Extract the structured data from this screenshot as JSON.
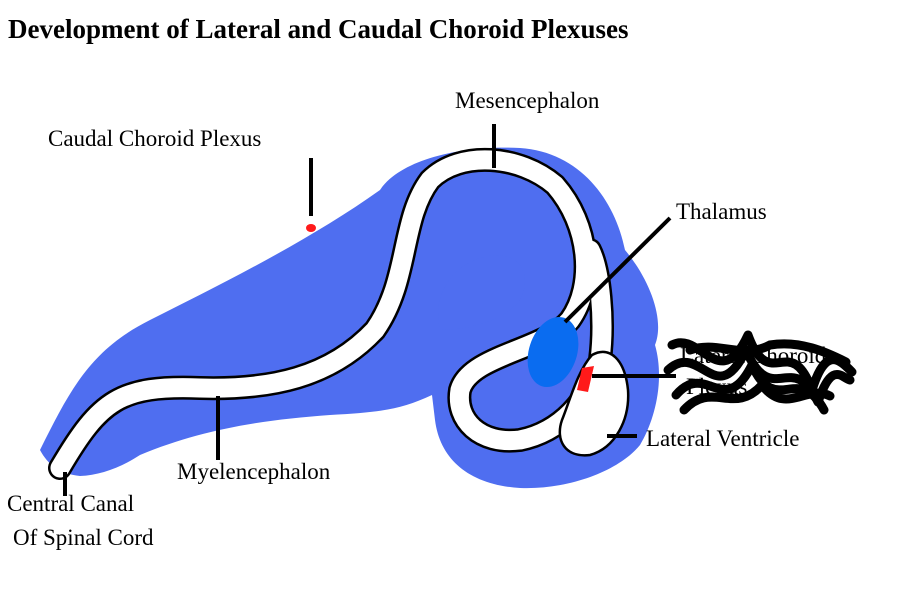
{
  "title": "Development of Lateral and Caudal Choroid Plexuses",
  "labels": {
    "mesencephalon": "Mesencephalon",
    "caudal_choroid_plexus": "Caudal Choroid Plexus",
    "thalamus": "Thalamus",
    "lateral_choroid_plexus_line1": "Lateral Choroid",
    "lateral_choroid_plexus_line2": "Plexus",
    "lateral_ventricle": "Lateral Ventricle",
    "myelencephalon": "Myelencephalon",
    "central_canal_line1": "Central Canal",
    "central_canal_line2": "Of Spinal Cord"
  },
  "colors": {
    "brain_tissue": "#4f6ef0",
    "thalamus": "#0a6cf0",
    "choroid_plexus": "#ff1a1a",
    "ventricle": "#ffffff",
    "outline": "#000000",
    "scribble": "#000000"
  }
}
